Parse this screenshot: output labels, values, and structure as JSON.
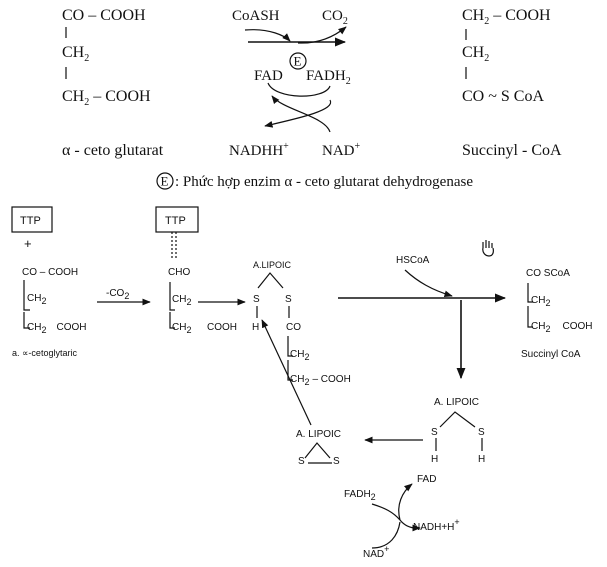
{
  "top": {
    "left": {
      "l1": "CO – COOH",
      "l2": "CH",
      "l3": "CH",
      "l3b": " – COOH",
      "sub2": "2",
      "name": "α - ceto glutarat"
    },
    "right": {
      "l1": "CH",
      "l1b": " – COOH",
      "l2": "CH",
      "l3": "CO ~ S CoA",
      "sub2": "2",
      "name": "Succinyl - CoA"
    },
    "coash": "CoASH",
    "co2": "CO",
    "co2_sub": "2",
    "enzyme_symbol": "E",
    "fad": "FAD",
    "fadh2": "FADH",
    "fadh2_sub": "2",
    "nadhh": "NADHH",
    "nadhh_sup": "+",
    "nad": "NAD",
    "nad_sup": "+",
    "legend_text": ": Phức hợp enzim α - ceto glutarat dehydrogenase"
  },
  "bottom": {
    "ttp": "TTP",
    "plus": "+",
    "akg": {
      "co_cooh": "CO – COOH",
      "ch2": "CH",
      "ch2_cooh": "CH",
      "cooh": "COOH",
      "sub2": "2",
      "label": "a. ∝-cetoglytaric"
    },
    "co2_step": "-CO",
    "co2_step_sub": "2",
    "ald": {
      "cho": "CHO",
      "ch2": "CH",
      "ch2b": "CH",
      "sub2": "2",
      "cooh": "COOH"
    },
    "lipoic1": {
      "name": "A.LIPOIC",
      "s1": "S",
      "s2": "S",
      "h": "H",
      "co": "CO",
      "ch2": "CH",
      "ch2_cooh": "CH",
      "sub2": "2",
      "cooh": "– COOH"
    },
    "hscoa": "HSCoA",
    "hand_icon": "hand-cursor-icon",
    "succ": {
      "l1": "CO SCoA",
      "l2": "CH",
      "l3": "CH",
      "sub2": "2",
      "cooh": "COOH",
      "label": "Succinyl CoA"
    },
    "lipoic_red": {
      "name": "A. LIPOIC",
      "s1": "S",
      "s2": "S",
      "h1": "H",
      "h2": "H"
    },
    "lipoic_ox": {
      "name": "A. LIPOIC",
      "s1": "S",
      "s2": "S"
    },
    "fad": "FAD",
    "fadh2": "FADH",
    "fadh2_sub": "2",
    "nadh": "NADH+H",
    "nadh_sup": "+",
    "nad": "NAD",
    "nad_sup": "+"
  }
}
